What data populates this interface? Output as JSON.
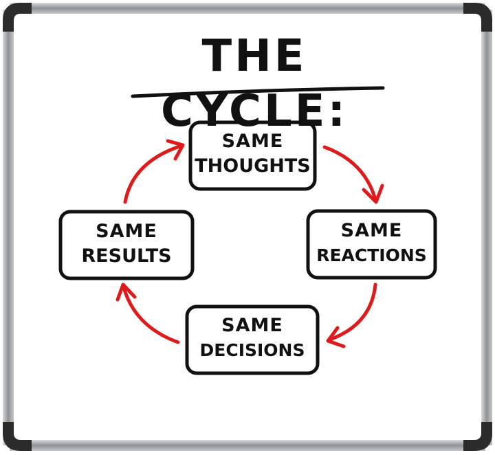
{
  "title": "THE CYCLE:",
  "colors": {
    "frame": "#9a9ea2",
    "corner": "#2b2b2b",
    "board": "#ffffff",
    "ink": "#111111",
    "arrow": "#e0191b"
  },
  "nodes": [
    {
      "id": "thoughts",
      "line1": "SAME",
      "line2": "THOUGHTS"
    },
    {
      "id": "reactions",
      "line1": "SAME",
      "line2": "REACTIONS"
    },
    {
      "id": "decisions",
      "line1": "SAME",
      "line2": "DECISIONS"
    },
    {
      "id": "results",
      "line1": "SAME",
      "line2": "RESULTS"
    }
  ],
  "edges": [
    {
      "from": "thoughts",
      "to": "reactions"
    },
    {
      "from": "reactions",
      "to": "decisions"
    },
    {
      "from": "decisions",
      "to": "results"
    },
    {
      "from": "results",
      "to": "thoughts"
    }
  ]
}
